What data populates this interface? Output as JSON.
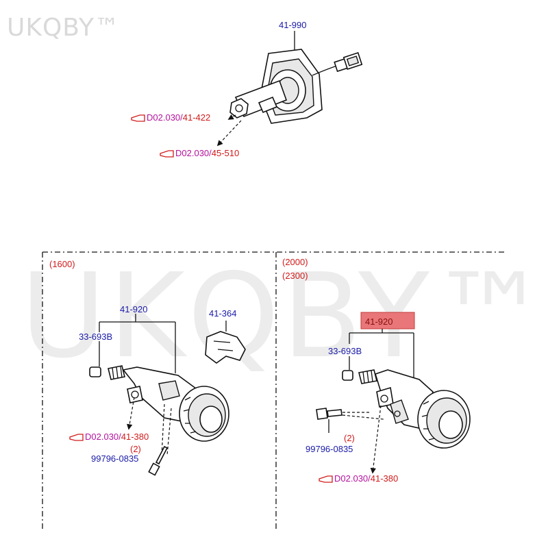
{
  "watermark": {
    "corner": "UKQBY™",
    "center": "UKQBY™"
  },
  "top": {
    "part_label": "41-990",
    "refs": [
      {
        "code": "D02.030/",
        "part": "41-422"
      },
      {
        "code": "D02.030/",
        "part": "45-510"
      }
    ]
  },
  "left_section": {
    "variant": "(1600)",
    "assembly_label": "41-920",
    "plug_label": "33-693B",
    "bracket_label": "41-364",
    "ref": {
      "code": "D02.030/",
      "part": "41-380"
    },
    "bolt_qty": "(2)",
    "bolt_label": "99796-0835"
  },
  "right_section": {
    "variants": [
      "(2000)",
      "(2300)"
    ],
    "assembly_label": "41-920",
    "highlight_color": "#e9777a",
    "plug_label": "33-693B",
    "bolt_qty": "(2)",
    "bolt_label": "99796-0835",
    "ref": {
      "code": "D02.030/",
      "part": "41-380"
    }
  },
  "colors": {
    "part_number": "#1a1aa8",
    "reference": "#d11a1a",
    "reference_code": "#b3119c"
  }
}
